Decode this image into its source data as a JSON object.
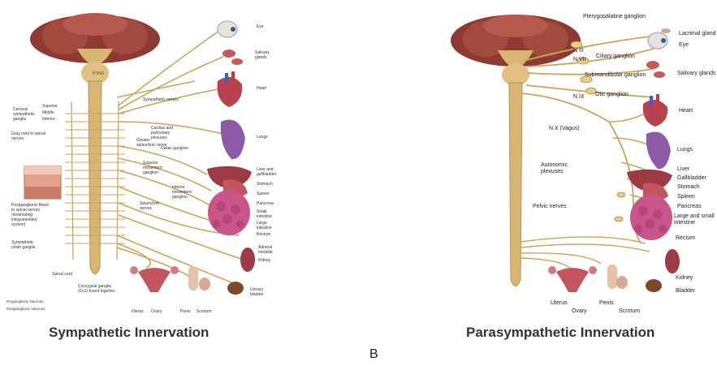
{
  "colors": {
    "nerve": "#c9a55a",
    "nerve_dark": "#a8843c",
    "brain": "#8e3a32",
    "spine": "#d9b574",
    "organ_red": "#b8424e",
    "organ_purple": "#8c5aa6",
    "text": "#333333"
  },
  "sympathetic": {
    "caption": "Sympathetic Innervation",
    "brain_label": "PONS",
    "left_labels": [
      "Superior",
      "Middle",
      "Inferior",
      "Cervical sympathetic ganglia",
      "Gray rami to spinal nerves",
      "Postganglionic fibers to spinal nerves (innervating integumentary system)",
      "Sympathetic chain ganglia",
      "Spinal cord",
      "Coccygeal ganglia (Co1) fused together"
    ],
    "inner_labels": [
      "Sympathetic nerves",
      "Cardiac and pulmonary plexuses",
      "Greater splanchnic nerve",
      "Celiac ganglion",
      "Superior mesenteric ganglion",
      "Inferior mesenteric ganglion",
      "Splanchnic nerves"
    ],
    "organ_labels": [
      "Eye",
      "Salivary glands",
      "Heart",
      "Lungs",
      "Liver and gallbladder",
      "Stomach",
      "Spleen",
      "Pancreas",
      "Small intestine",
      "Large intestine",
      "Rectum",
      "Adrenal medulla",
      "Kidney",
      "Urinary bladder"
    ],
    "bottom_labels": [
      "Uterus",
      "Ovary",
      "Penis",
      "Scrotum"
    ],
    "legend": [
      "Preganglionic Neurons",
      "Postganglionic Neurons"
    ]
  },
  "parasympathetic": {
    "caption": "Parasympathetic Innervation",
    "top_labels": [
      "Pterygopalatine ganglion",
      "Ciliary ganglion",
      "Submandibular ganglion",
      "Otic ganglion"
    ],
    "nerve_labels": [
      "N III",
      "N VII",
      "N IX",
      "N X (Vagus)",
      "Autonomic plexuses",
      "Pelvic nerves"
    ],
    "organ_labels": [
      "Lacrimal gland",
      "Eye",
      "Salivary glands",
      "Heart",
      "Lungs",
      "Liver",
      "Gallbladder",
      "Stomach",
      "Spleen",
      "Pancreas",
      "Large and small intestine",
      "Rectum",
      "Kidney",
      "Bladder"
    ],
    "bottom_labels": [
      "Uterus",
      "Ovary",
      "Penis",
      "Scrotum"
    ]
  },
  "figure_letter": "B"
}
